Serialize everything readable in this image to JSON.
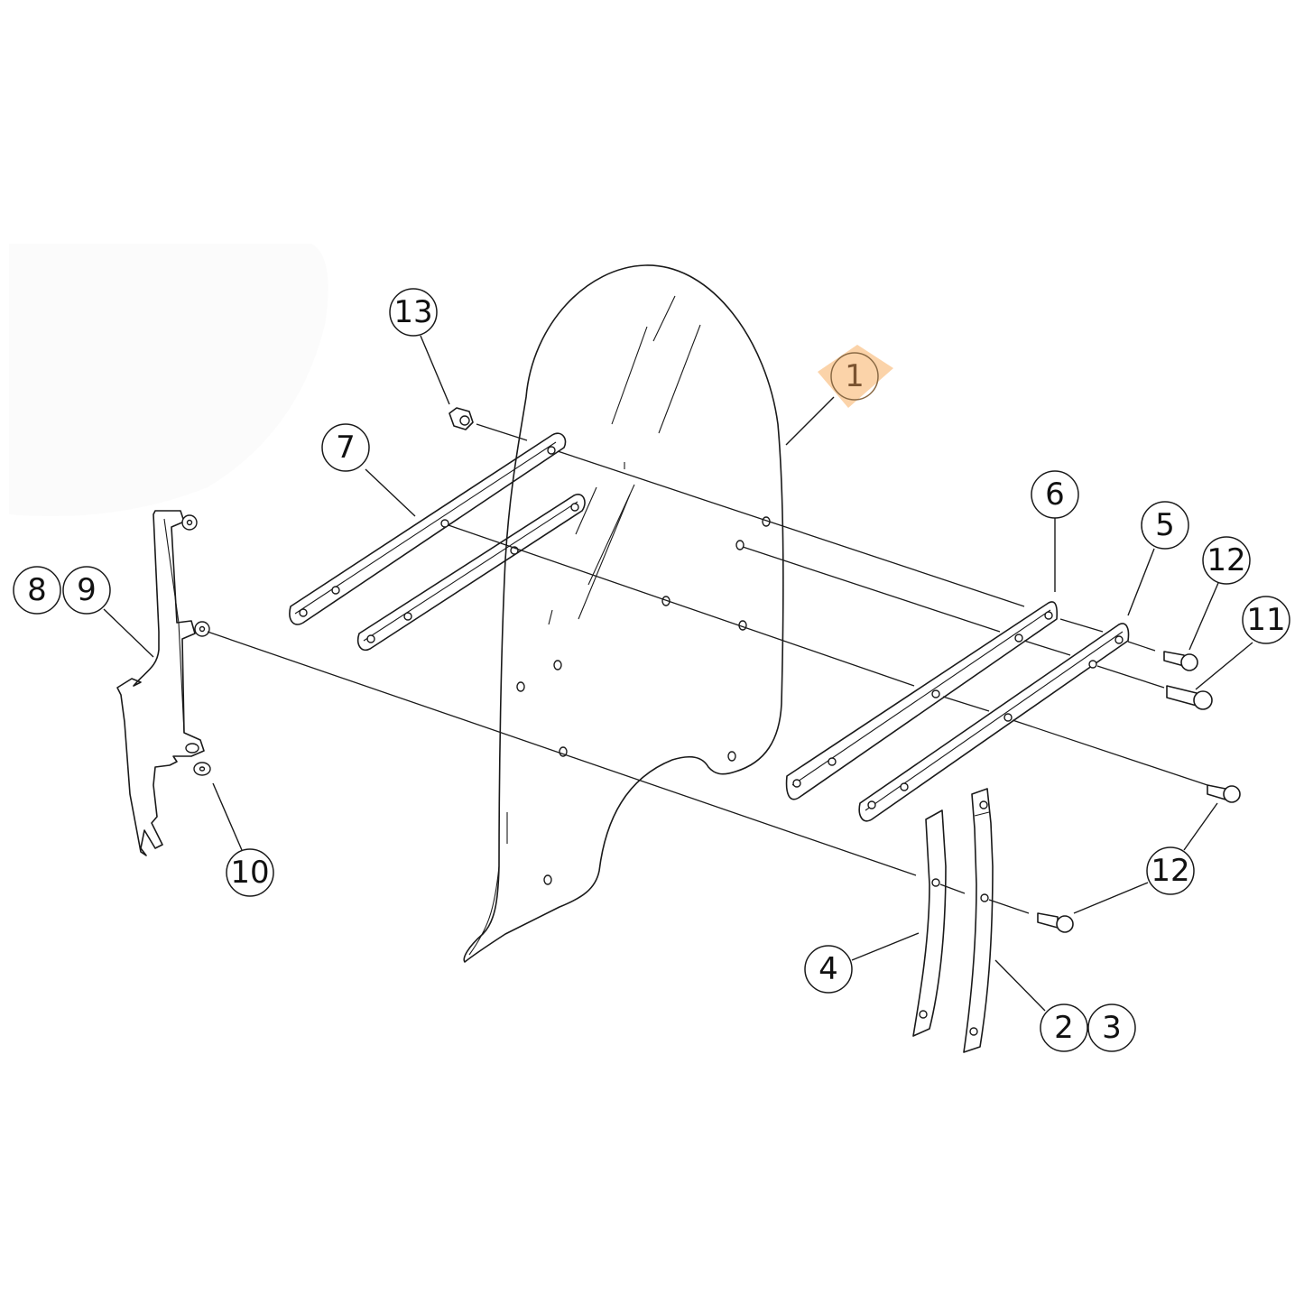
{
  "diagram": {
    "type": "exploded-parts-diagram",
    "subject": "windshield assembly",
    "highlight_color": "#f9c48c",
    "highlighted_callout": "1",
    "callouts": [
      {
        "id": "c1",
        "label": "1",
        "highlighted": true
      },
      {
        "id": "c2",
        "label": "2"
      },
      {
        "id": "c3",
        "label": "3"
      },
      {
        "id": "c4",
        "label": "4"
      },
      {
        "id": "c5",
        "label": "5"
      },
      {
        "id": "c6",
        "label": "6"
      },
      {
        "id": "c7",
        "label": "7"
      },
      {
        "id": "c8",
        "label": "8"
      },
      {
        "id": "c9",
        "label": "9"
      },
      {
        "id": "c10",
        "label": "10"
      },
      {
        "id": "c11",
        "label": "11"
      },
      {
        "id": "c12a",
        "label": "12"
      },
      {
        "id": "c12b",
        "label": "12"
      },
      {
        "id": "c13",
        "label": "13"
      }
    ]
  }
}
